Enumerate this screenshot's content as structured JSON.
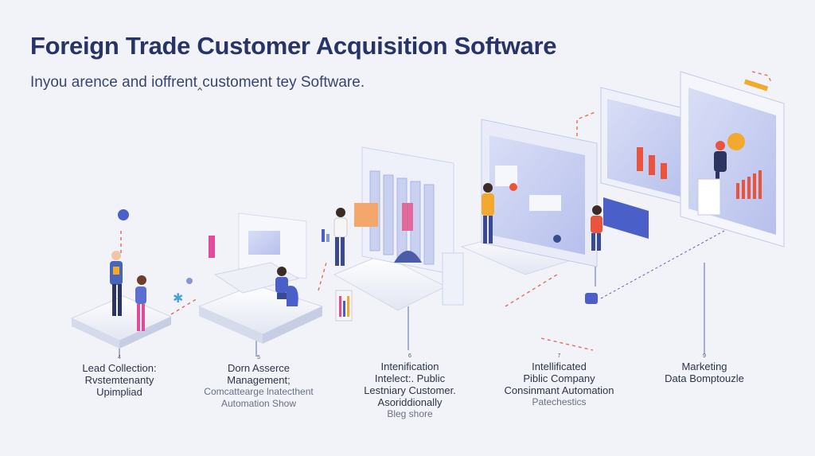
{
  "header": {
    "title": "Foreign Trade Customer Acquisition Software",
    "subtitle": "Inyou arence and ioffrent‸customent tey Software."
  },
  "steps": [
    {
      "num": "4",
      "line1": "Lead Collection:",
      "line2": "Rvstemtenanty",
      "line3": "Upimpliad",
      "line4": ""
    },
    {
      "num": "5",
      "line1": "Dorn Asserce",
      "line2": "Management;",
      "line3": "Comcattearge lnatecthent",
      "line4": "Automation Show"
    },
    {
      "num": "6",
      "line1": "Intenification",
      "line2": "Intelect:. Public",
      "line3": "Lestniary Customer.",
      "line4": "Asoriddionally"
    },
    {
      "num": "7",
      "line1": "Intellificated",
      "line2": "Piblic Company",
      "line3": "Consinmant Automation",
      "line4": "Patechestics"
    },
    {
      "num": "9",
      "line1": "Marketing",
      "line2": "Data Bomptouzle",
      "line3": "",
      "line4": ""
    }
  ],
  "step3_extra": "Bleg shore",
  "colors": {
    "accent": "#283466",
    "primary": "#4a60c8",
    "secondary": "#8596e0",
    "highlight": "#e8543c",
    "orange": "#f0a030"
  },
  "icons": [
    "person-icon",
    "desk-worker-icon",
    "monitor-icon",
    "chart-icon",
    "presenter-icon",
    "sparkle-icon",
    "pin-icon"
  ]
}
